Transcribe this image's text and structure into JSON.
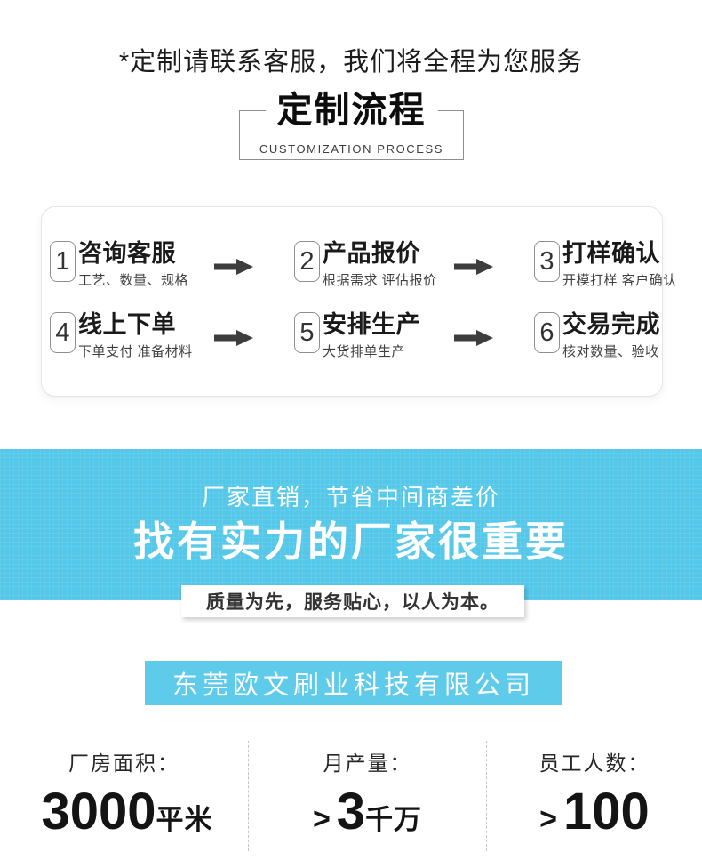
{
  "tagline": "*定制请联系客服，我们将全程为您服务",
  "header": {
    "title": "定制流程",
    "subtitle": "CUSTOMIZATION PROCESS"
  },
  "process": {
    "steps": [
      {
        "num": "1",
        "title": "咨询客服",
        "desc": "工艺、数量、规格"
      },
      {
        "num": "2",
        "title": "产品报价",
        "desc": "根据需求 评估报价"
      },
      {
        "num": "3",
        "title": "打样确认",
        "desc": "开模打样 客户确认"
      },
      {
        "num": "4",
        "title": "线上下单",
        "desc": "下单支付 准备材料"
      },
      {
        "num": "5",
        "title": "安排生产",
        "desc": "大货排单生产"
      },
      {
        "num": "6",
        "title": "交易完成",
        "desc": "核对数量、验收"
      }
    ],
    "arrow_icon": "right-arrow",
    "arrow_color": "#3d3d3d"
  },
  "banner": {
    "subtitle": "厂家直销，节省中间商差价",
    "title": "找有实力的厂家很重要",
    "bg_color": "#55c8e9"
  },
  "ribbon": {
    "text": "质量为先，服务贴心，以人为本。"
  },
  "company": {
    "name": "东莞欧文刷业科技有限公司",
    "bar_color": "#5fcbea"
  },
  "stats": [
    {
      "label": "厂房面积：",
      "prefix": "",
      "value": "3000",
      "unit": "平米"
    },
    {
      "label": "月产量：",
      "prefix": ">",
      "value": "3",
      "unit": "千万"
    },
    {
      "label": "员工人数：",
      "prefix": ">",
      "value": "100",
      "unit": ""
    }
  ]
}
